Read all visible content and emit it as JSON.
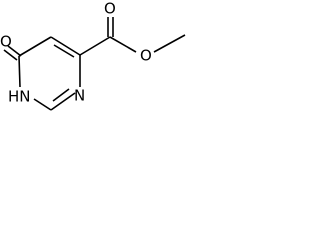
{
  "molecule": {
    "atoms": {
      "carbonyl_oxygen_left": "O",
      "ring_nh": "HN",
      "ring_nitrogen": "N",
      "carbonyl_oxygen_right": "O",
      "ester_oxygen": "O"
    },
    "colors": {
      "bond": "#000000",
      "label": "#000000",
      "background": "#ffffff"
    }
  }
}
